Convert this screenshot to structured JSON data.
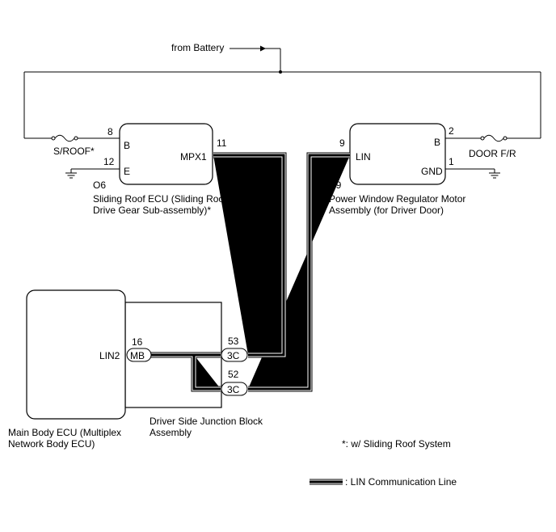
{
  "battery": {
    "label": "from Battery"
  },
  "sliding_roof_ecu": {
    "code": "O6",
    "name_line1": "Sliding Roof ECU (Sliding Roof",
    "name_line2": "Drive Gear Sub-assembly)*",
    "pin_b": "B",
    "pin_e": "E",
    "pin_mpx1": "MPX1",
    "pin_b_num": "8",
    "pin_e_num": "12",
    "pin_mpx1_num": "11",
    "fuse": "S/ROOF*"
  },
  "power_window": {
    "code": "H9",
    "name_line1": "Power Window Regulator Motor",
    "name_line2": "Assembly (for Driver Door)",
    "pin_lin": "LIN",
    "pin_b": "B",
    "pin_gnd": "GND",
    "pin_lin_num": "9",
    "pin_b_num": "2",
    "pin_gnd_num": "1",
    "fuse": "DOOR F/R"
  },
  "main_body_ecu": {
    "name_line1": "Main Body ECU (Multiplex",
    "name_line2": "Network Body ECU)",
    "pin_lin2": "LIN2",
    "pin_num": "16",
    "connector": "MB"
  },
  "junction_block": {
    "name_line1": "Driver Side Junction Block",
    "name_line2": "Assembly",
    "pin_53": "53",
    "pin_52": "52",
    "connector_top": "3C",
    "connector_bottom": "3C"
  },
  "notes": {
    "footnote": "*: w/ Sliding Roof System",
    "legend": ": LIN Communication Line"
  }
}
